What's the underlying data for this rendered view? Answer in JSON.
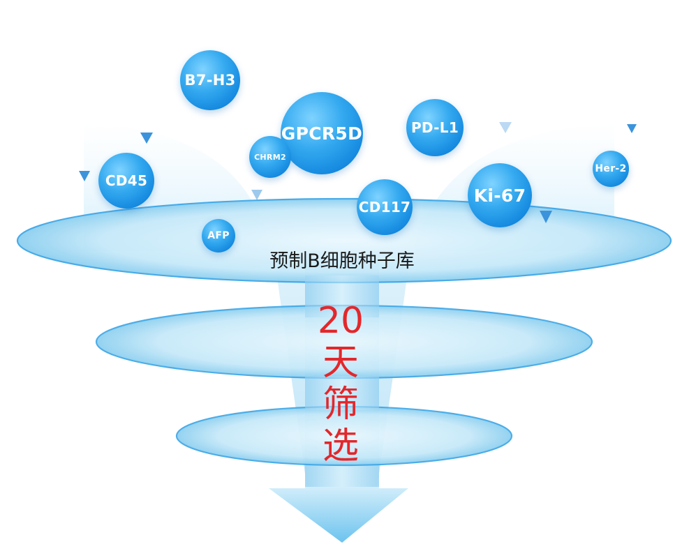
{
  "library_label": "预制B细胞种子库",
  "screen_label": [
    "20",
    "天",
    "筛",
    "选"
  ],
  "colors": {
    "accent_blue": "#1287de",
    "funnel_blue": "#bfe6f8",
    "red_text": "#e3272b"
  },
  "targets": [
    "B7-H3",
    "GPCR5D",
    "PD-L1",
    "CHRM2",
    "CD45",
    "CD117",
    "Ki-67",
    "Her-2",
    "AFP"
  ]
}
